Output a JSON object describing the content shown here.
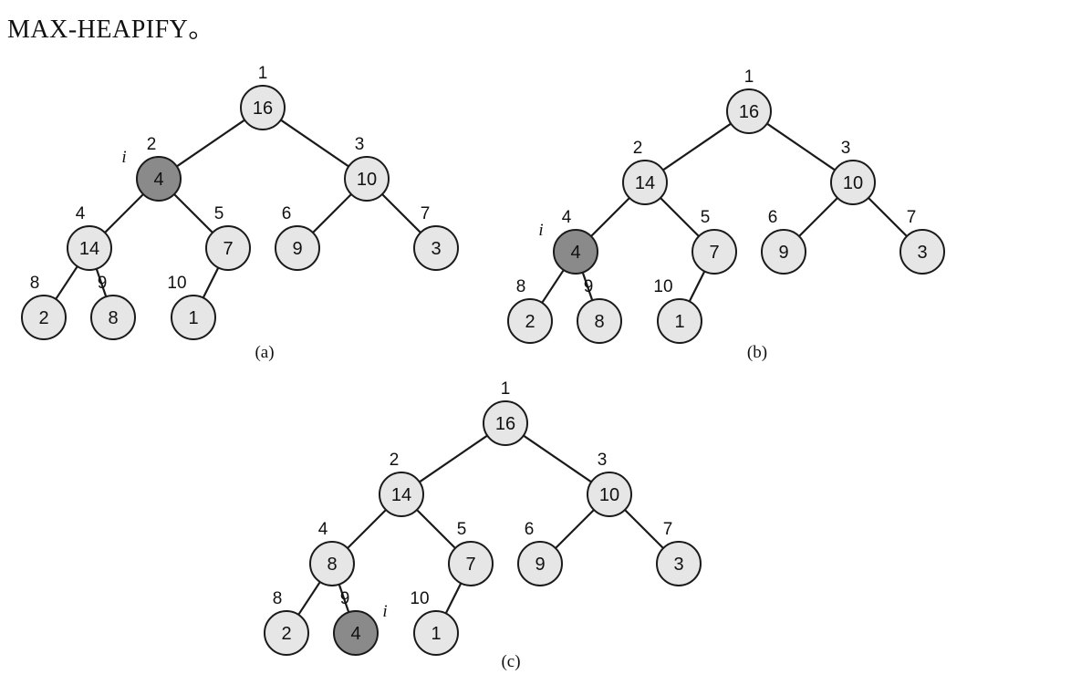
{
  "title": "MAX-HEAPIFY。",
  "colors": {
    "node_fill": "#e6e6e6",
    "highlight_fill": "#8a8a8a",
    "stroke": "#1a1a1a"
  },
  "pointer_label": "i",
  "trees": [
    {
      "caption": "(a)",
      "pointer_at": 2,
      "nodes": [
        {
          "index": "1",
          "value": "16"
        },
        {
          "index": "2",
          "value": "4"
        },
        {
          "index": "3",
          "value": "10"
        },
        {
          "index": "4",
          "value": "14"
        },
        {
          "index": "5",
          "value": "7"
        },
        {
          "index": "6",
          "value": "9"
        },
        {
          "index": "7",
          "value": "3"
        },
        {
          "index": "8",
          "value": "2"
        },
        {
          "index": "9",
          "value": "8"
        },
        {
          "index": "10",
          "value": "1"
        }
      ]
    },
    {
      "caption": "(b)",
      "pointer_at": 4,
      "nodes": [
        {
          "index": "1",
          "value": "16"
        },
        {
          "index": "2",
          "value": "14"
        },
        {
          "index": "3",
          "value": "10"
        },
        {
          "index": "4",
          "value": "4"
        },
        {
          "index": "5",
          "value": "7"
        },
        {
          "index": "6",
          "value": "9"
        },
        {
          "index": "7",
          "value": "3"
        },
        {
          "index": "8",
          "value": "2"
        },
        {
          "index": "9",
          "value": "8"
        },
        {
          "index": "10",
          "value": "1"
        }
      ]
    },
    {
      "caption": "(c)",
      "pointer_at": 9,
      "nodes": [
        {
          "index": "1",
          "value": "16"
        },
        {
          "index": "2",
          "value": "14"
        },
        {
          "index": "3",
          "value": "10"
        },
        {
          "index": "4",
          "value": "8"
        },
        {
          "index": "5",
          "value": "7"
        },
        {
          "index": "6",
          "value": "9"
        },
        {
          "index": "7",
          "value": "3"
        },
        {
          "index": "8",
          "value": "2"
        },
        {
          "index": "9",
          "value": "4"
        },
        {
          "index": "10",
          "value": "1"
        }
      ]
    }
  ]
}
